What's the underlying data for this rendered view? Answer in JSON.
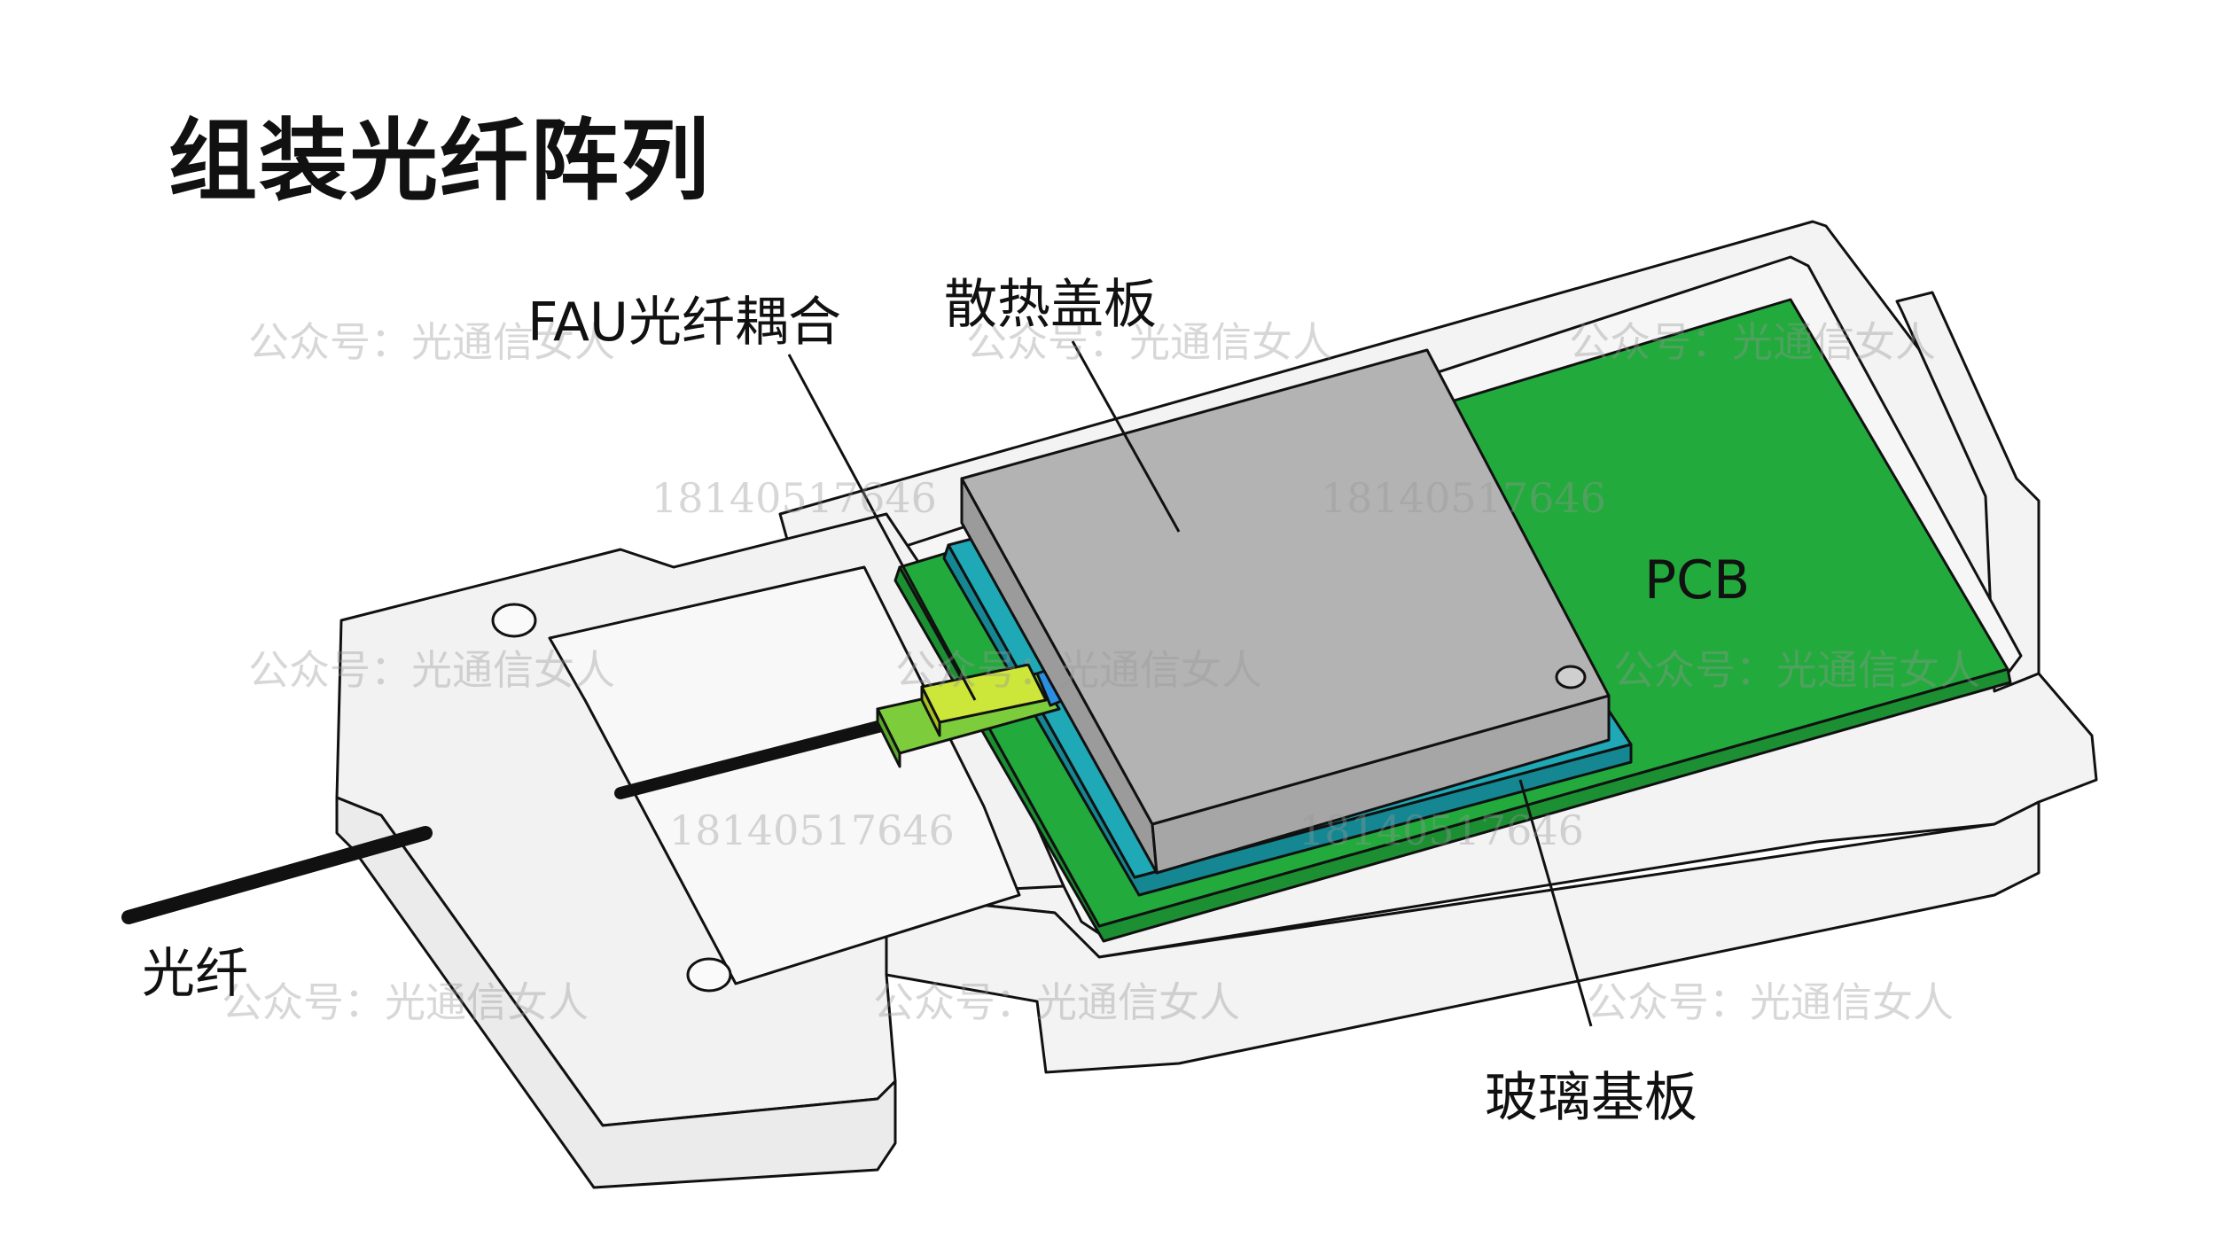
{
  "title": "组装光纤阵列",
  "labels": {
    "fau": "FAU光纤耦合",
    "heatsink": "散热盖板",
    "pcb": "PCB",
    "fiber": "光纤",
    "glass": "玻璃基板"
  },
  "watermarks": {
    "account": "公众号：光通信女人",
    "phone": "18140517646"
  },
  "colors": {
    "pcb": "#22aa3c",
    "pcb_edge": "#1b8f32",
    "glass": "#1fa8b5",
    "glass_edge": "#158792",
    "heatsink_top": "#b3b3b3",
    "heatsink_side": "#9b9b9b",
    "fau_block": "#cde63a",
    "fau_base": "#7ccc3c",
    "fau_clip": "#2a8fe0",
    "tray": "#f3f3f3",
    "outline": "#111111"
  }
}
